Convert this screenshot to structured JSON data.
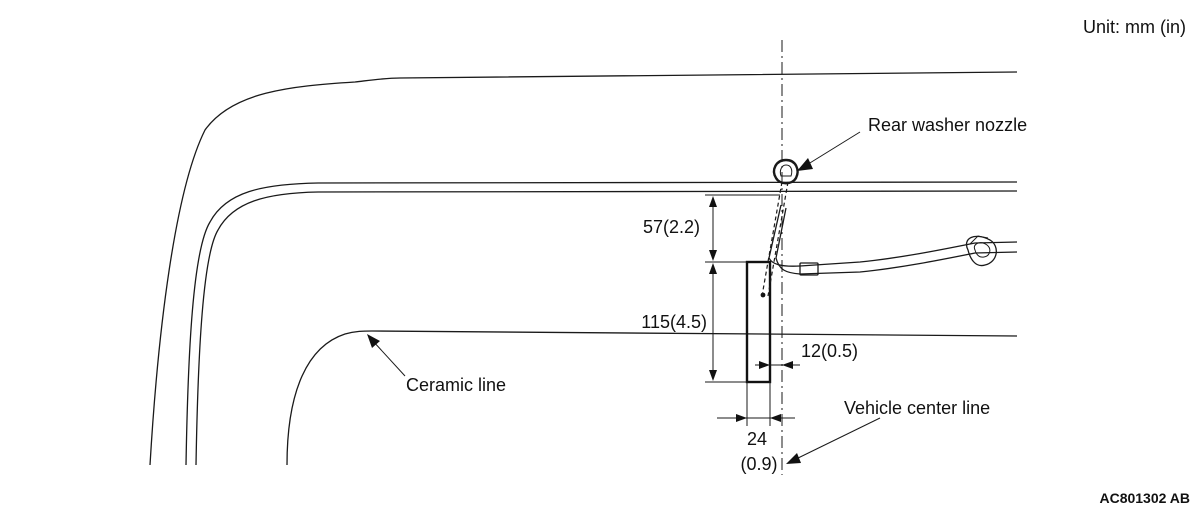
{
  "header": {
    "unit_label": "Unit: mm (in)"
  },
  "labels": {
    "rear_washer_nozzle": "Rear washer nozzle",
    "ceramic_line": "Ceramic line",
    "vehicle_center_line": "Vehicle center line"
  },
  "dimensions": {
    "nozzle_to_box": "57(2.2)",
    "box_height": "115(4.5)",
    "box_to_center": "12(0.5)",
    "box_width_mm": "24",
    "box_width_in": "(0.9)"
  },
  "footer": {
    "figure_code": "AC801302 AB"
  }
}
